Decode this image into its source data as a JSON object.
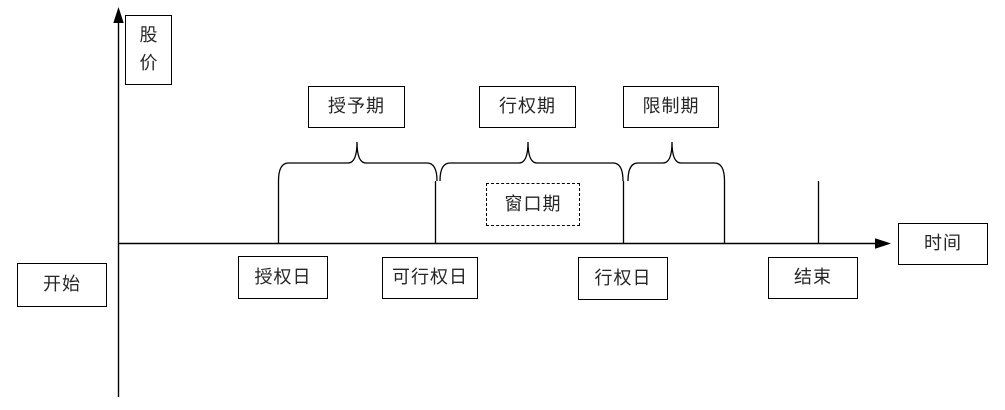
{
  "diagram": {
    "background_color": "#ffffff",
    "line_color": "#000000",
    "y_axis_label": "股价",
    "x_axis_label": "时间",
    "timeline_boxes": {
      "start": "开始",
      "grant_date": "授权日",
      "exercisable_date": "可行权日",
      "exercise_date": "行权日",
      "end": "结束"
    },
    "period_boxes": {
      "vesting_period": "授予期",
      "exercise_period": "行权期",
      "restriction_period": "限制期",
      "window_period": "窗口期"
    }
  }
}
